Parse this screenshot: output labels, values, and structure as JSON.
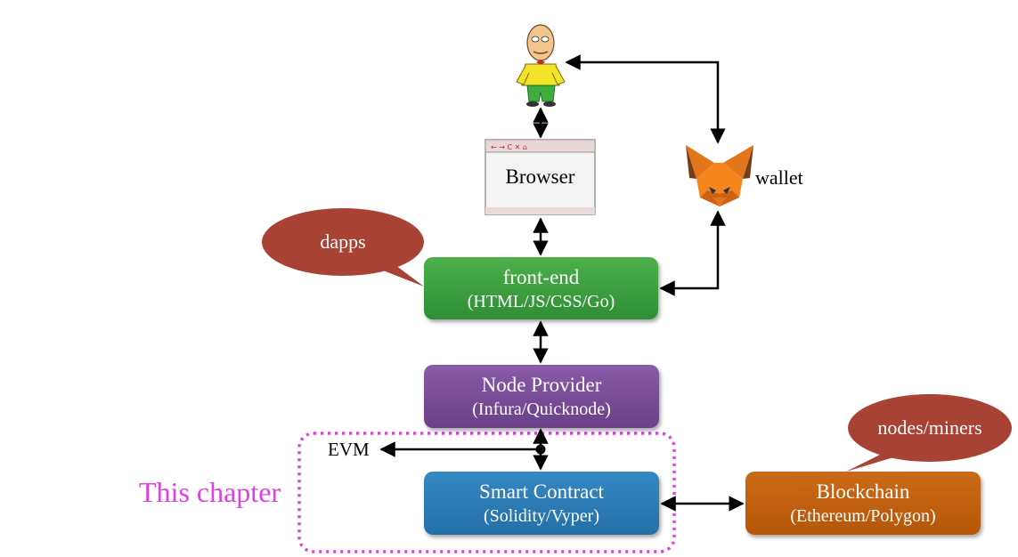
{
  "browser": {
    "label": "Browser"
  },
  "wallet": {
    "label": "wallet"
  },
  "callouts": {
    "dapps": "dapps",
    "nodes": "nodes/miners"
  },
  "boxes": {
    "frontend": {
      "title": "front-end",
      "subtitle": "(HTML/JS/CSS/Go)"
    },
    "node_provider": {
      "title": "Node Provider",
      "subtitle": "(Infura/Quicknode)"
    },
    "smart_contract": {
      "title": "Smart Contract",
      "subtitle": "(Solidity/Vyper)"
    },
    "blockchain": {
      "title": "Blockchain",
      "subtitle": "(Ethereum/Polygon)"
    }
  },
  "evm": {
    "label": "EVM"
  },
  "chapter": {
    "label": "This chapter"
  },
  "colors": {
    "frontend": "#3a9e3f",
    "node_provider": "#7a4c98",
    "smart_contract": "#2a7bb6",
    "blockchain": "#c0600e",
    "callout": "#a84234",
    "chapter": "#e040e0"
  }
}
